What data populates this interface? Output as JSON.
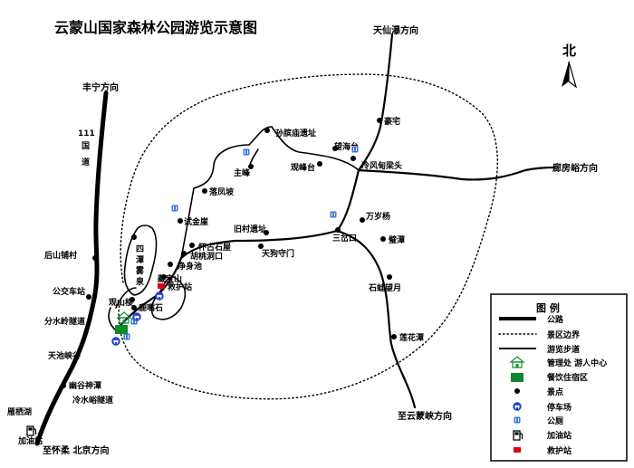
{
  "map": {
    "title": "云蒙山国家森林公园游览示意图",
    "north": "北",
    "exits": {
      "tianxiantan": "天仙瀑方向",
      "fengning": "丰宁方向",
      "langfangyu": "廊房峪方向",
      "yunmengxia": "至云蒙峡方向",
      "huairou": "至怀柔 北京方向"
    },
    "roads": {
      "g111_a": "111",
      "g111_b": "国",
      "g111_c": "道"
    },
    "places": {
      "sunbin": "孙膑庙遗址",
      "wanghaitai": "望海台",
      "haozhai": "豪宅",
      "guanfengtai": "观峰台",
      "lengfeng": "冷风甸梁头",
      "zhufeng": "主峰",
      "luofengpo": "落凤坡",
      "shijinya": "试金崖",
      "jiucun": "旧村遗址",
      "wansuiyang": "万岁杨",
      "huaigu": "怀古石屋",
      "hutao": "胡桃洞口",
      "jingshen": "净身池",
      "sancha": "三岔口",
      "biantan": "璧潭",
      "tiangou": "天狗守门",
      "sitan": "四潭雾泉",
      "cangbao": "藏宝山",
      "jiuhu": "救护站",
      "shiwa": "石蛙望月",
      "houshan": "后山铺村",
      "gongjiao": "公交车站",
      "guanshan": "观山楼",
      "luzuishi": "鹿嘴石",
      "fenshui": "分水岭隧道",
      "tianchi": "天池峡谷",
      "lianhua": "莲花潭",
      "yougu": "幽谷神潭",
      "lengshui": "冷水峪隧道",
      "yanqi": "雁栖湖",
      "jiayou": "加油站"
    },
    "icons": {
      "wc": "WC",
      "px": "PX"
    }
  },
  "legend": {
    "title": "图    例",
    "items": [
      {
        "key": "road",
        "label": "公路"
      },
      {
        "key": "boundary",
        "label": "景区边界"
      },
      {
        "key": "trail",
        "label": "游览步道"
      },
      {
        "key": "office",
        "label": "管理处 游人中心"
      },
      {
        "key": "dining",
        "label": "餐饮住宿区"
      },
      {
        "key": "spot",
        "label": "景点"
      },
      {
        "key": "parking",
        "label": "停车场"
      },
      {
        "key": "toilet",
        "label": "公厕"
      },
      {
        "key": "gas",
        "label": "加油站"
      },
      {
        "key": "firstaid",
        "label": "救护站"
      }
    ]
  },
  "colors": {
    "ink": "#000000",
    "parking": "#1a3fd0",
    "toilet": "#3a78d8",
    "dining": "#0d8a2e",
    "firstaid": "#e0001a",
    "background": "#ffffff"
  }
}
